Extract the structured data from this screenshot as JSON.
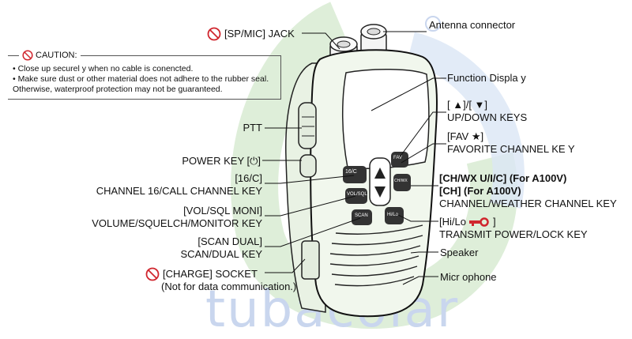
{
  "labels": {
    "spmic": "[SP/MIC] JACK",
    "antenna": "Antenna connector",
    "caution_title": "CAUTION:",
    "caution_line1": "• Close up securel  y when no cable is conencted.",
    "caution_line2": "• Make sure  dust or other material does not adhere to the rubber seal.",
    "caution_line3": "Otherwise, waterproof protection may not be guaranteed.",
    "function_display": "Function Displa  y",
    "updown_1": "[ ▲]/[ ▼]",
    "updown_2": "UP/DOWN KEYS",
    "fav_1": "[FAV ★]",
    "fav_2": "FAVORITE CHANNEL KE Y",
    "ptt": "PTT",
    "power": "POWER KEY [⏻]",
    "ch16_1": "[16/C]",
    "ch16_2": "CHANNEL 16/CALL CHANNEL  KEY",
    "chwx_1": "[CH/WX U/I/C] (For A100V)",
    "chwx_2": "[CH] (For A100V)",
    "chwx_3": "CHANNEL/WEATHER CHANNEL KEY",
    "vol_1": "[VOL/SQL MONI]",
    "vol_2": "VOLUME/SQUELCH/MONITOR KEY",
    "hilo_1": "[Hi/Lo",
    "hilo_2": "TRANSMIT POWER/LOCK KEY",
    "scan_1": "[SCAN DUAL]",
    "scan_2": "SCAN/DUAL KEY",
    "speaker": "Speaker",
    "charge_1": "[CHARGE] SOCKET",
    "charge_2": "(Not for data communication.)",
    "microphone": "Micr ophone",
    "watermark": "tubacolar"
  },
  "keys": {
    "k16c": "16/C",
    "vol": "VOL/SQL",
    "scan": "SCAN",
    "fav": "FAV",
    "chwx": "CH/WX",
    "hilo": "Hi/Lo"
  },
  "icons": [
    "no-water-icon",
    "lock-key-icon",
    "up-arrow-icon",
    "down-arrow-icon"
  ],
  "colors": {
    "caution_red": "#d0262e",
    "watermark_green": "#cfe6c4",
    "watermark_blue": "#c9d6ee"
  }
}
